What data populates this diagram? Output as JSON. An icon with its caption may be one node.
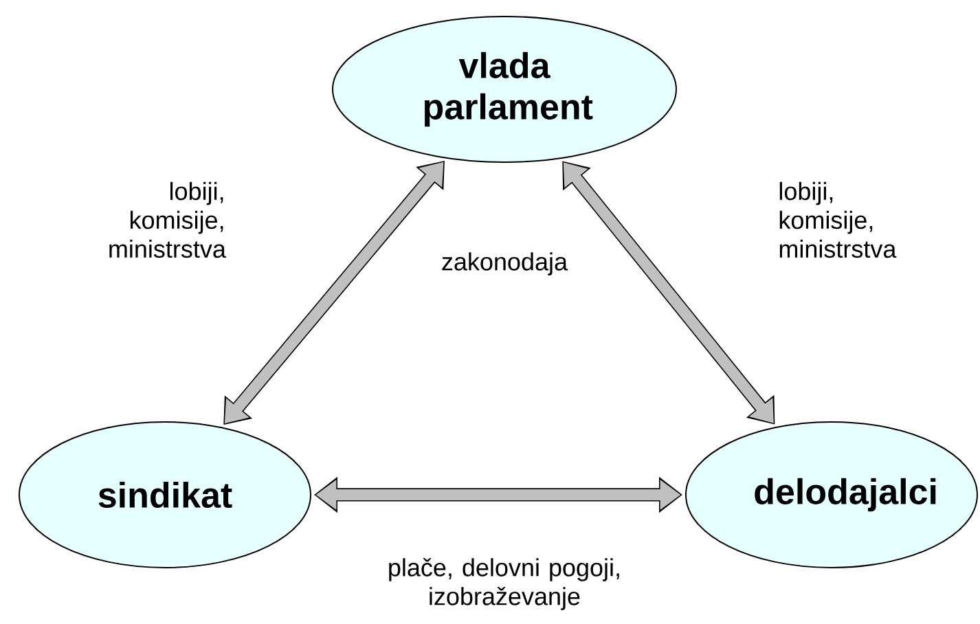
{
  "diagram": {
    "nodes": [
      {
        "text": [
          "vlada parlament"
        ]
      },
      {
        "text": [
          "sindikat"
        ]
      },
      {
        "text": [
          "delodajalci"
        ]
      }
    ],
    "edges": [
      {
        "from": 1,
        "to": 0,
        "arrow": "both",
        "label": "lobiji, komisije, ministrstva"
      },
      {
        "from": 0,
        "to": 2,
        "arrow": "both",
        "label": "lobiji, komisije, ministrstva"
      },
      {
        "from": 1,
        "to": 2,
        "arrow": "both",
        "label": "plače, delovni pogoji, izobraževanje"
      }
    ],
    "labels": [
      "zakonodaja"
    ]
  }
}
